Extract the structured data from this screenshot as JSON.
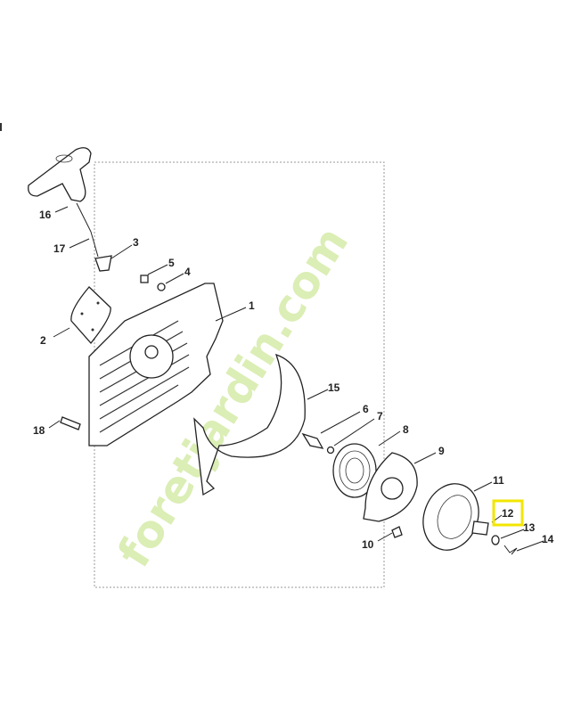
{
  "diagram": {
    "watermark": "foretjardin.com",
    "highlight_color": "#f2e600",
    "highlighted_part": "12",
    "callouts": [
      "1",
      "2",
      "3",
      "4",
      "5",
      "6",
      "7",
      "8",
      "9",
      "10",
      "11",
      "12",
      "13",
      "14",
      "15",
      "16",
      "17",
      "18"
    ]
  }
}
